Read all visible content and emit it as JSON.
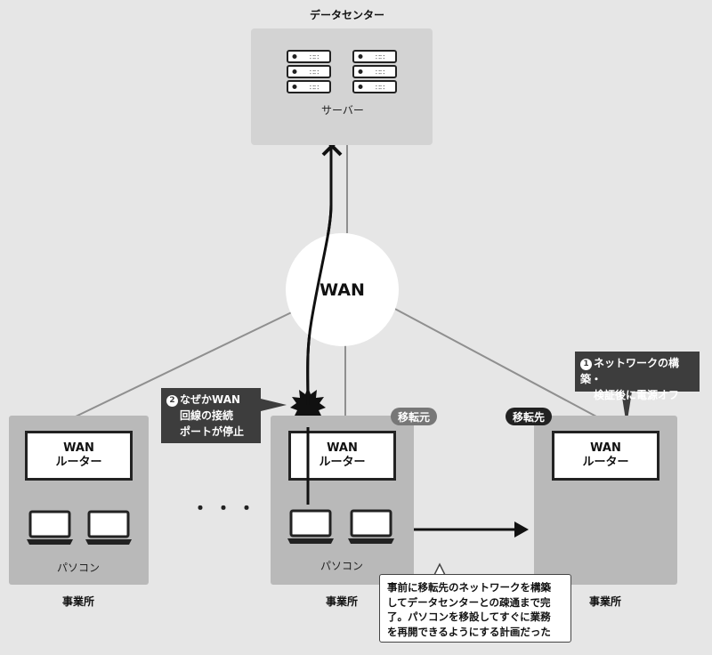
{
  "datacenter": {
    "title": "データセンター",
    "server_label": "サーバー",
    "server_icon": "server-rack-icon"
  },
  "wan": {
    "label": "WAN"
  },
  "offices": [
    {
      "router_line1": "WAN",
      "router_line2": "ルーター",
      "pc_label": "パソコン",
      "office_label": "事業所"
    },
    {
      "router_line1": "WAN",
      "router_line2": "ルーター",
      "pc_label": "パソコン",
      "office_label": "事業所",
      "badge": "移転元"
    },
    {
      "router_line1": "WAN",
      "router_line2": "ルーター",
      "office_label": "事業所",
      "badge": "移転先"
    }
  ],
  "ellipsis": "・・・",
  "callouts": {
    "stop": {
      "num": "2",
      "lines": [
        "なぜかWAN",
        "回線の接続",
        "ポートが停止"
      ]
    },
    "power_off": {
      "num": "1",
      "lines": [
        "ネットワークの構築・",
        "検証後に電源オフ"
      ]
    },
    "plan": {
      "lines": [
        "事前に移転先のネットワークを構築",
        "してデータセンターとの疎通まで完",
        "了。パソコンを移設してすぐに業務",
        "を再開できるようにする計画だった"
      ]
    }
  },
  "colors": {
    "background": "#e6e6e6",
    "office": "#b9b9b9",
    "datacenter": "#d3d3d3",
    "badge_old": "#777777",
    "badge_new": "#222222",
    "callout_dark": "#3d3d3d"
  }
}
